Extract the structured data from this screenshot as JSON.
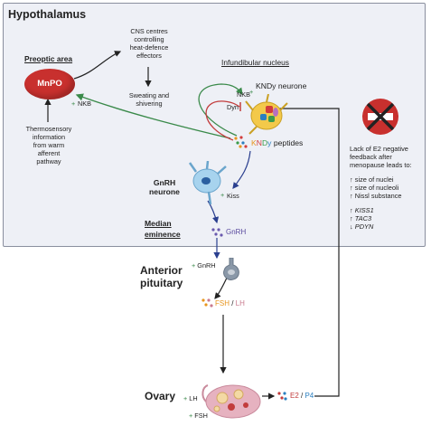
{
  "hypothalamus_title": "Hypothalamus",
  "preoptic": {
    "label": "Preoptic area",
    "mnpo": "MnPO",
    "nkb": "NKB",
    "thermo": [
      "Thermosensory",
      "information",
      "from warm",
      "afferent",
      "pathway"
    ]
  },
  "cns": [
    "CNS centres",
    "controlling",
    "heat-defence",
    "effectors"
  ],
  "sweating": [
    "Sweating and",
    "shivering"
  ],
  "infundibular": {
    "label": "Infundibular nucleus",
    "kndy_neurone": "KNDy neurone",
    "nkb": "NKB",
    "dyn": "Dyn",
    "peptides_k": "K",
    "peptides_n": "N",
    "peptides_d": "D",
    "peptides_y": "y",
    "peptides_rest": " peptides"
  },
  "gnrh_neurone": [
    "GnRH",
    "neurone"
  ],
  "kiss": "Kiss",
  "median_eminence": [
    "Median",
    "eminence"
  ],
  "gnrh": "GnRH",
  "anterior_pituitary": [
    "Anterior",
    "pituitary"
  ],
  "pit_gnrh": "GnRH",
  "fsh": "FSH",
  "slash": " / ",
  "lh": "LH",
  "ovary": "Ovary",
  "ovary_lh": "LH",
  "ovary_fsh": "FSH",
  "e2": "E2",
  "p4": "P4",
  "lack": [
    "Lack of E2 negative",
    "feedback after",
    "menopause leads to:"
  ],
  "effects1": [
    "size of nuclei",
    "size of nucleoli",
    "Nissl substance"
  ],
  "effects2": [
    "KISS1",
    "TAC3",
    "PDYN"
  ],
  "arrow_up": "↑",
  "arrow_down": "↓",
  "plus": "+",
  "minus": "−",
  "colors": {
    "k_orange": "#e8961e",
    "n_red": "#d23c3c",
    "d_green": "#3a9a4a",
    "y_blue": "#2a7fc0",
    "fsh_orange": "#e8961e",
    "lh_pink": "#c97a8e",
    "p4_blue": "#2a7fc0",
    "e2_red": "#c23c3c",
    "gnrh_purple": "#5a4a9e",
    "mnpo_red": "#c8302e"
  }
}
